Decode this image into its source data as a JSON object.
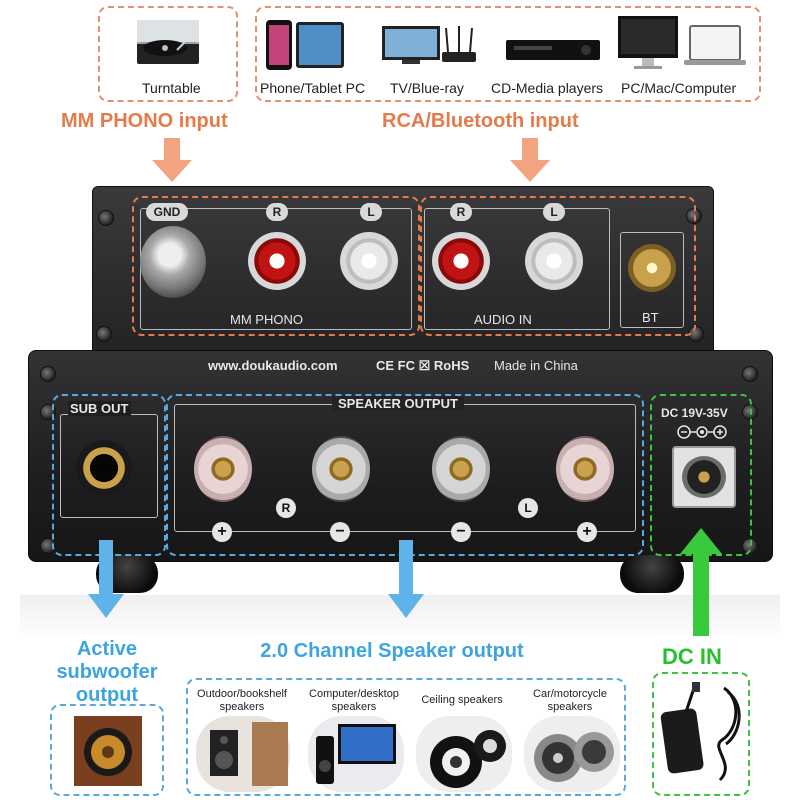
{
  "top_devices": {
    "turntable": "Turntable",
    "phone_tablet": "Phone/Tablet PC",
    "tv": "TV/Blue-ray",
    "cd": "CD-Media players",
    "pc": "PC/Mac/Computer"
  },
  "inputs": {
    "mm_phono_title": "MM PHONO input",
    "rca_bt_title": "RCA/Bluetooth input"
  },
  "panel": {
    "gnd": "GND",
    "r": "R",
    "l": "L",
    "mm_phono": "MM PHONO",
    "audio_in": "AUDIO IN",
    "bt": "BT",
    "website": "www.doukaudio.com",
    "certs": "CE FC ☒ RoHS",
    "made_in": "Made in China",
    "sub_out": "SUB OUT",
    "speaker_output": "SPEAKER OUTPUT",
    "dc_rating": "DC 19V-35V",
    "plus": "+",
    "minus": "−"
  },
  "outputs": {
    "sub_title": "Active subwoofer output",
    "speaker_title": "2.0 Channel Speaker output",
    "dc_title": "DC IN",
    "speakers": [
      "Outdoor/bookshelf speakers",
      "Computer/desktop speakers",
      "Ceiling speakers",
      "Car/motorcycle speakers"
    ]
  },
  "colors": {
    "orange": "#e57a4a",
    "blue": "#3da4e0",
    "green": "#27c22b",
    "panel": "#2b2b2d"
  }
}
